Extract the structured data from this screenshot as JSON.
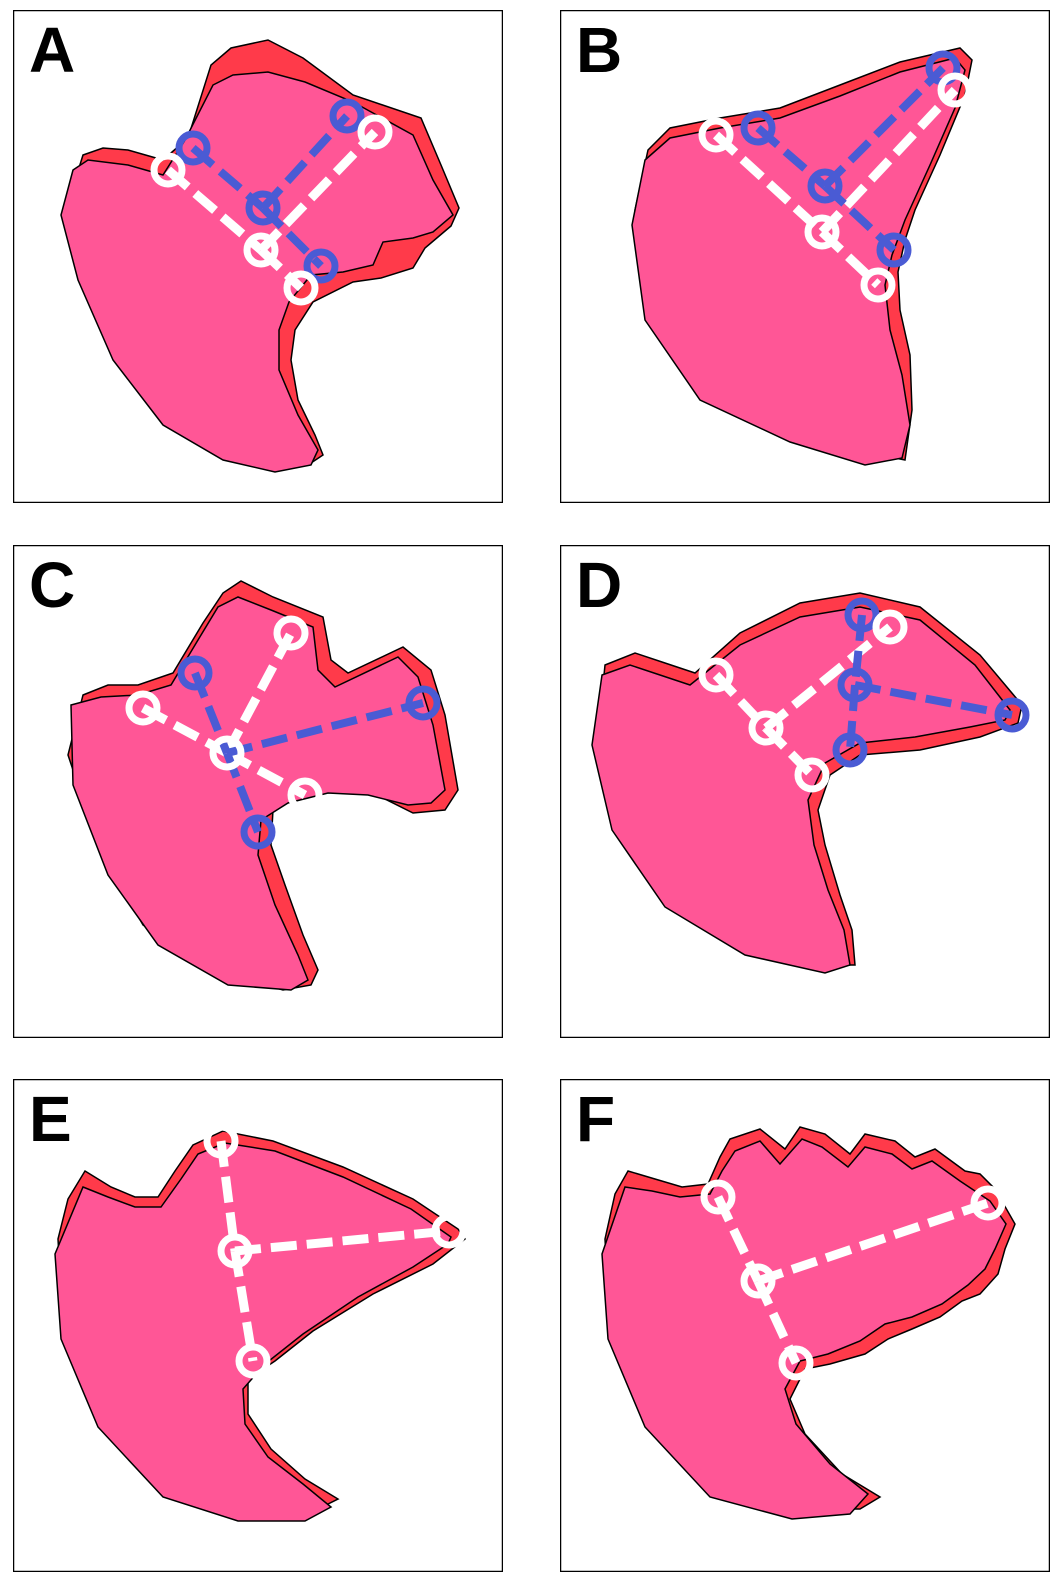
{
  "colors": {
    "outer_shape": "#ff3a4a",
    "inner_shape": "#ff5696",
    "outline": "#000000",
    "skeleton_white": "#ffffff",
    "skeleton_blue": "#4a5bd4",
    "frame": "#000000"
  },
  "panels": [
    {
      "letter": "A"
    },
    {
      "letter": "B"
    },
    {
      "letter": "C"
    },
    {
      "letter": "D"
    },
    {
      "letter": "E"
    },
    {
      "letter": "F"
    }
  ]
}
